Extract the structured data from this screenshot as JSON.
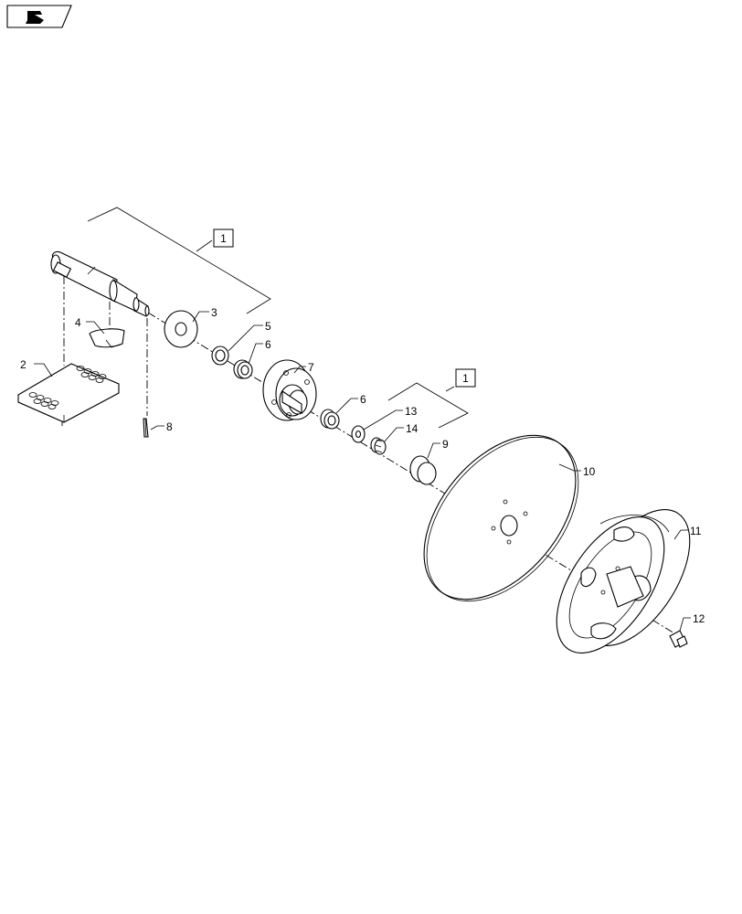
{
  "icons": {
    "nav": "navigation-arrow-icon"
  },
  "callouts": {
    "c1a": "1",
    "c1b": "1",
    "p2": "2",
    "p3": "3",
    "p4": "4",
    "p5": "5",
    "p6a": "6",
    "p6b": "6",
    "p7": "7",
    "p8": "8",
    "p9": "9",
    "p10": "10",
    "p11": "11",
    "p12": "12",
    "p13": "13",
    "p14": "14"
  },
  "colors": {
    "ink": "#000000",
    "paper": "#ffffff"
  }
}
